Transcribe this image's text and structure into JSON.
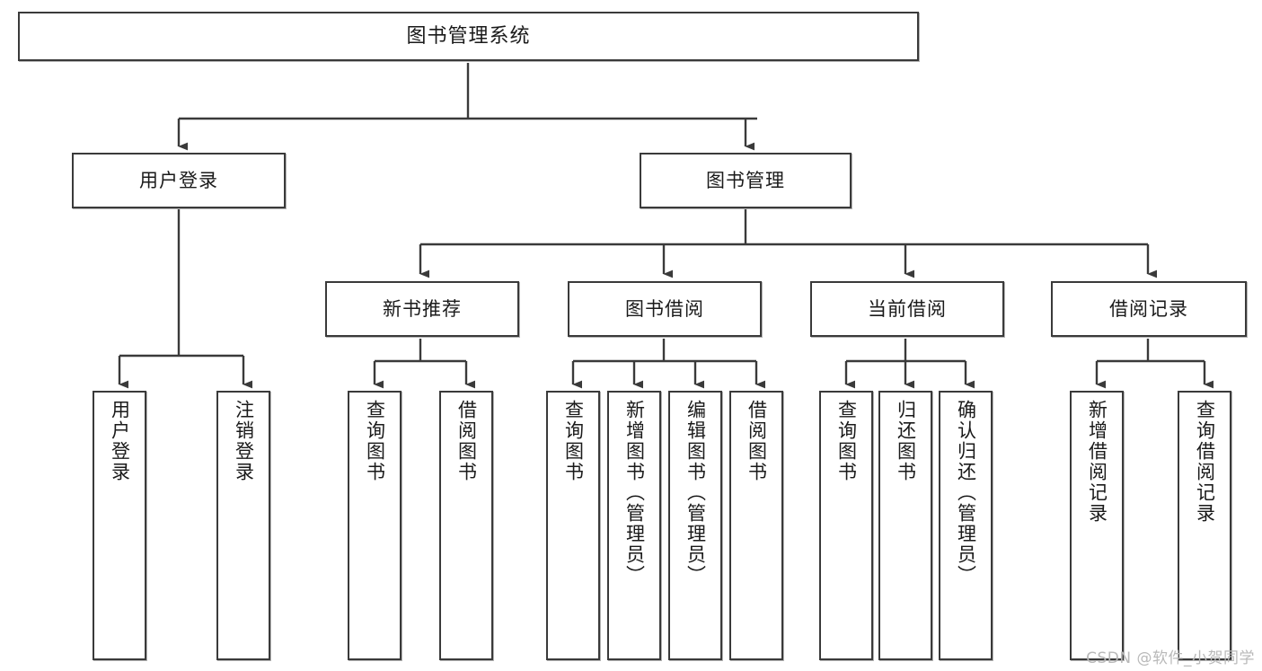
{
  "diagram": {
    "type": "tree-hierarchy",
    "title": "图书管理系统",
    "watermark": "CSDN @软件_小贺同学",
    "colors": {
      "stroke": "#3a3a3a",
      "fill": "#ffffff",
      "text": "#1a1a1a",
      "watermark": "#b9b9b9"
    },
    "levels": {
      "root": {
        "label": "图书管理系统"
      },
      "level2": [
        {
          "label": "用户登录"
        },
        {
          "label": "图书管理"
        }
      ],
      "level3": [
        {
          "label": "新书推荐"
        },
        {
          "label": "图书借阅"
        },
        {
          "label": "当前借阅"
        },
        {
          "label": "借阅记录"
        }
      ],
      "leaves": {
        "user_login": [
          {
            "label": "用户登录"
          },
          {
            "label": "注销登录"
          }
        ],
        "new_book": [
          {
            "label": "查询图书"
          },
          {
            "label": "借阅图书"
          }
        ],
        "book_borrow": [
          {
            "label": "查询图书"
          },
          {
            "label": "新增图书（管理员）"
          },
          {
            "label": "编辑图书（管理员）"
          },
          {
            "label": "借阅图书"
          }
        ],
        "current_borrow": [
          {
            "label": "查询图书"
          },
          {
            "label": "归还图书"
          },
          {
            "label": "确认归还（管理员）"
          }
        ],
        "borrow_record": [
          {
            "label": "新增借阅记录"
          },
          {
            "label": "查询借阅记录"
          }
        ]
      }
    }
  }
}
